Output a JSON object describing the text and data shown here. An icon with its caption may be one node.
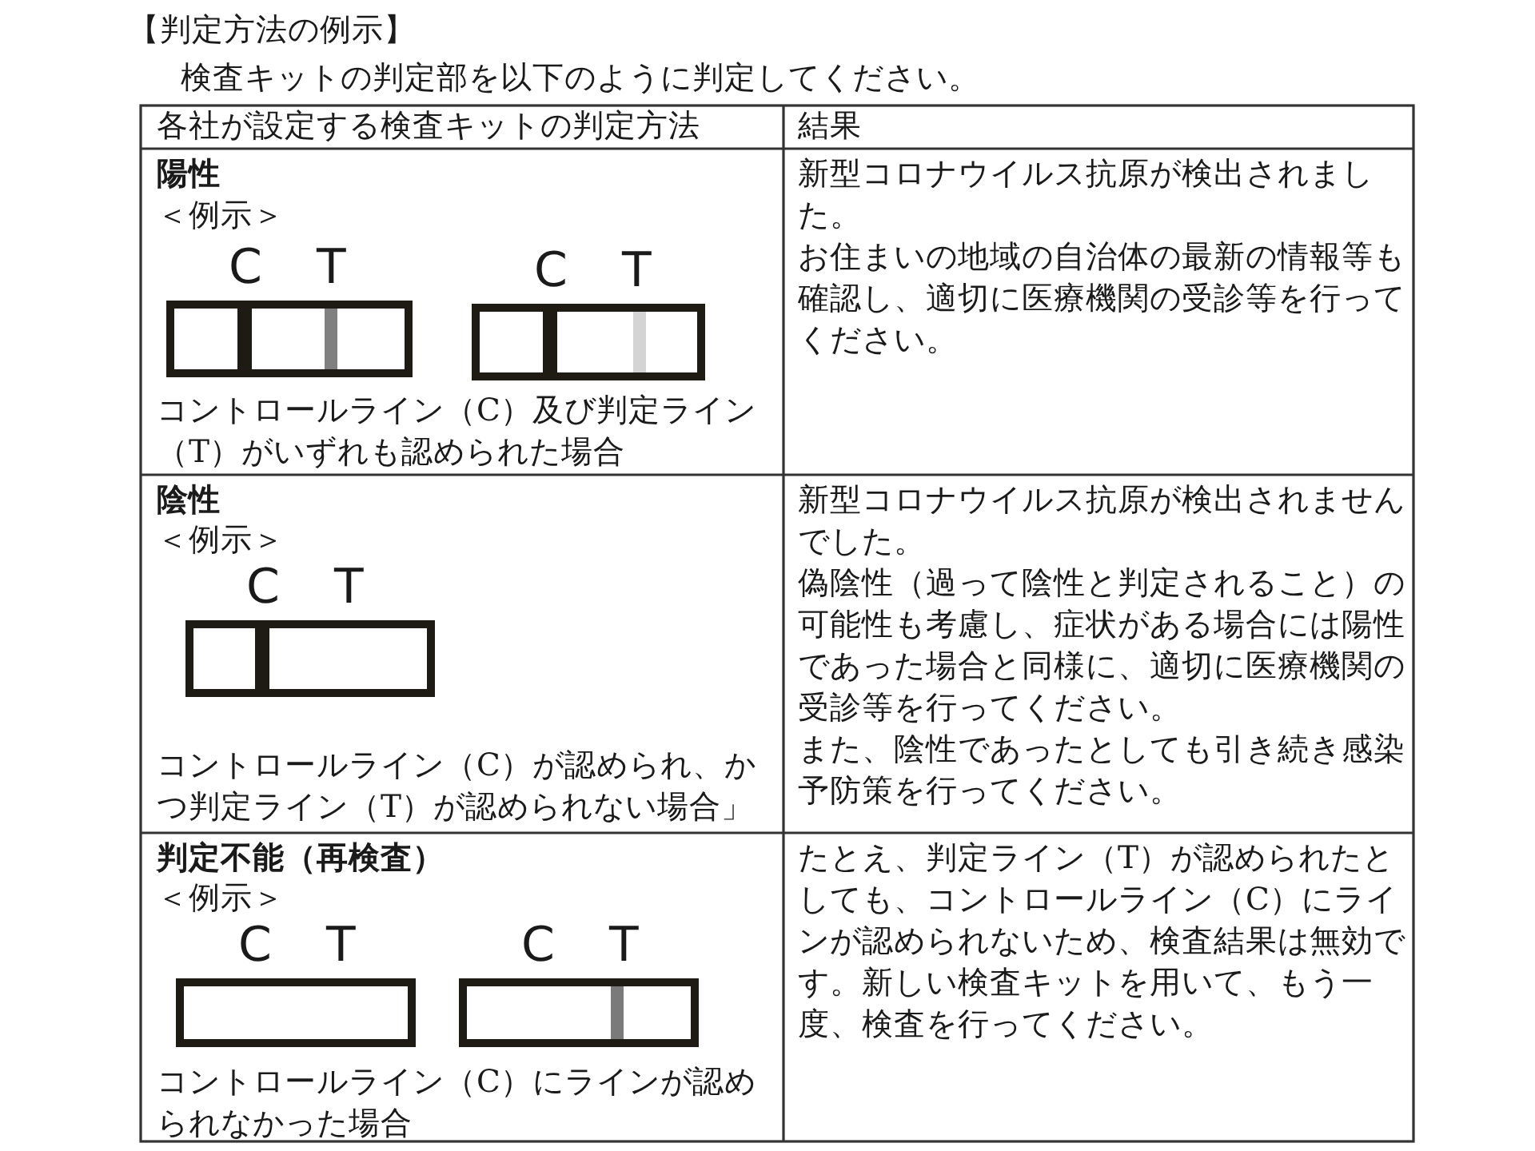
{
  "diagram": {
    "labels": [
      "【判定方法の例示】",
      "検査キットの判定部を以下のように判定してください。",
      "各社が設定する検査キットの判定方法",
      "結果",
      "陽性",
      "＜例示＞",
      "C",
      "T",
      "C",
      "T",
      "コントロールライン（C）及び判定ライン（T）がいずれも認められた場合",
      "新型コロナウイルス抗原が検出されました。",
      "お住まいの地域の自治体の最新の情報等も確認し、適切に医療機関の受診等を行ってください。",
      "陰性",
      "＜例示＞",
      "C",
      "T",
      "コントロールライン（C）が認められ、かつ判定ライン（T）が認められない場合」",
      "新型コロナウイルス抗原が検出されませんでした。",
      "偽陰性（過って陰性と判定されること）の可能性も考慮し、症状がある場合には陽性であった場合と同様に、適切に医療機関の受診等を行ってください。",
      "また、陰性であったとしても引き続き感染予防策を行ってください。",
      "判定不能（再検査）",
      "＜例示＞",
      "C",
      "T",
      "C",
      "T",
      "コントロールライン（C）にラインが認められなかった場合",
      "たとえ、判定ライン（T）が認められたとしても、コントロールライン（C）にラインが認められないため、検査結果は無効です。新しい検査キットを用いて、もう一度、検査を行ってください。"
    ]
  }
}
